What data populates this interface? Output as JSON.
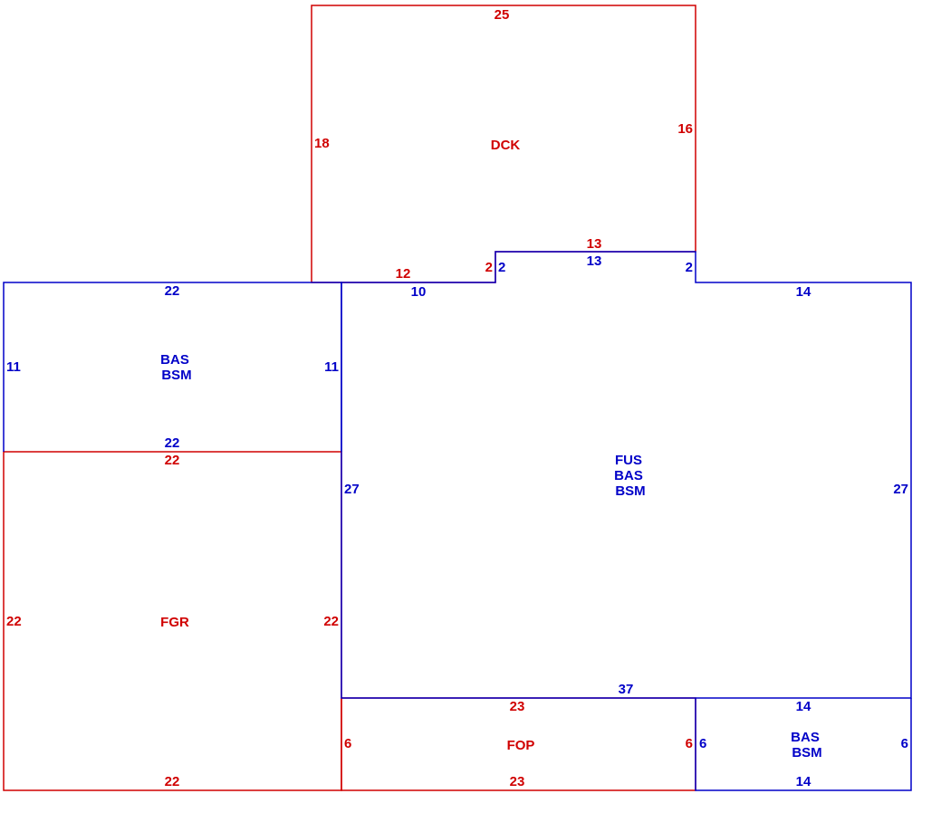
{
  "colors": {
    "red": "#d00000",
    "blue": "#0000c8",
    "background": "#ffffff"
  },
  "areas": {
    "dck": {
      "code": "DCK",
      "color": "red",
      "dims": {
        "top": "25",
        "left": "18",
        "right": "16",
        "bottom_left": "12",
        "step": "2",
        "bottom_mid": "13"
      }
    },
    "bas_left": {
      "codes": [
        "BAS",
        "BSM"
      ],
      "color": "blue",
      "dims": {
        "top": "22",
        "left": "11",
        "right": "11",
        "bottom": "22"
      }
    },
    "fgr": {
      "code": "FGR",
      "color": "red",
      "dims": {
        "top": "22",
        "left": "22",
        "right": "22",
        "bottom": "22"
      }
    },
    "main": {
      "codes": [
        "FUS",
        "BAS",
        "BSM"
      ],
      "color": "blue",
      "dims": {
        "top_left": "10",
        "step_left": "2",
        "top_mid": "13",
        "step_right": "2",
        "top_right": "14",
        "left": "27",
        "right": "27",
        "bottom": "37"
      }
    },
    "fop": {
      "code": "FOP",
      "color": "red",
      "dims": {
        "top": "23",
        "left": "6",
        "right": "6",
        "bottom": "23"
      }
    },
    "bas_right": {
      "codes": [
        "BAS",
        "BSM"
      ],
      "color": "blue",
      "dims": {
        "top": "14",
        "left": "6",
        "right": "6",
        "bottom": "14"
      }
    }
  }
}
